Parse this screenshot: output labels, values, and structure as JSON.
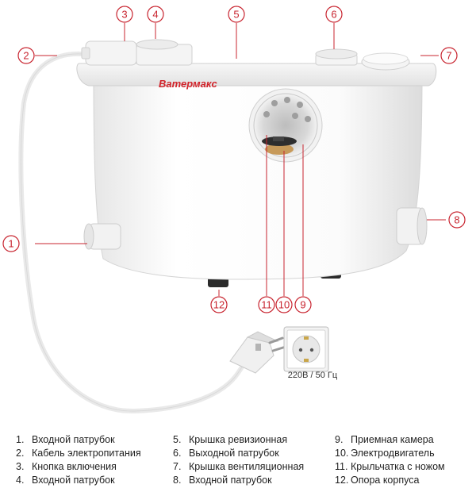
{
  "brand": {
    "name": "Ватермакс",
    "color": "#d2232a"
  },
  "accent_color": "#c8242f",
  "socket_caption": "220В / 50 Гц",
  "callouts": [
    "1",
    "2",
    "3",
    "4",
    "5",
    "6",
    "7",
    "8",
    "9",
    "10",
    "11",
    "12"
  ],
  "legend": [
    [
      {
        "num": "1.",
        "text": "Входной патрубок"
      },
      {
        "num": "2.",
        "text": "Кабель электропитания"
      },
      {
        "num": "3.",
        "text": "Кнопка включения"
      },
      {
        "num": "4.",
        "text": "Входной патрубок"
      }
    ],
    [
      {
        "num": "5.",
        "text": "Крышка ревизионная"
      },
      {
        "num": "6.",
        "text": "Выходной патрубок"
      },
      {
        "num": "7.",
        "text": "Крышка вентиляционная"
      },
      {
        "num": "8.",
        "text": "Входной патрубок"
      }
    ],
    [
      {
        "num": "9.",
        "text": "Приемная камера"
      },
      {
        "num": "10.",
        "text": "Электродвигатель"
      },
      {
        "num": "11.",
        "text": "Крыльчатка с ножом"
      },
      {
        "num": "12.",
        "text": "Опора корпуса"
      }
    ]
  ]
}
